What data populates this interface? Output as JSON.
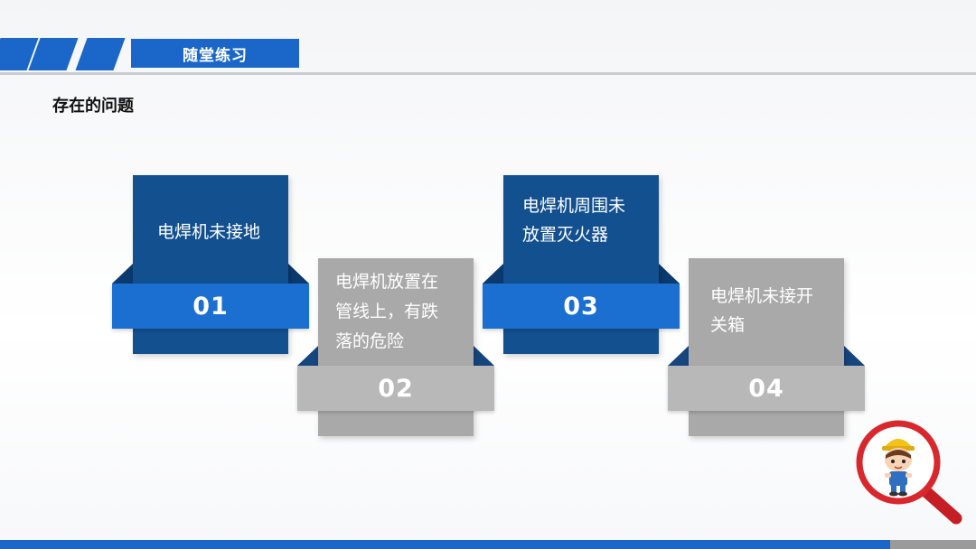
{
  "header": {
    "title": "随堂练习"
  },
  "subtitle": "存在的问题",
  "cards": [
    {
      "number": "01",
      "text": [
        "电焊机未接地"
      ]
    },
    {
      "number": "02",
      "text": [
        "电焊机放置在",
        "管线上，有跌",
        "落的危险"
      ]
    },
    {
      "number": "03",
      "text": [
        "电焊机周围未",
        "放置灭火器"
      ]
    },
    {
      "number": "04",
      "text": [
        "电焊机未接开",
        "关箱"
      ]
    }
  ],
  "colors": {
    "accent_blue": "#1b67c9",
    "card_blue_dark": "#13508f",
    "card_blue_band": "#1b6fd0",
    "card_gray": "#a9a9a9",
    "card_gray_band": "#b8b8b8",
    "magnifier_red": "#d8282d"
  },
  "icons": {
    "mascot": "magnifier-mascot-icon"
  }
}
